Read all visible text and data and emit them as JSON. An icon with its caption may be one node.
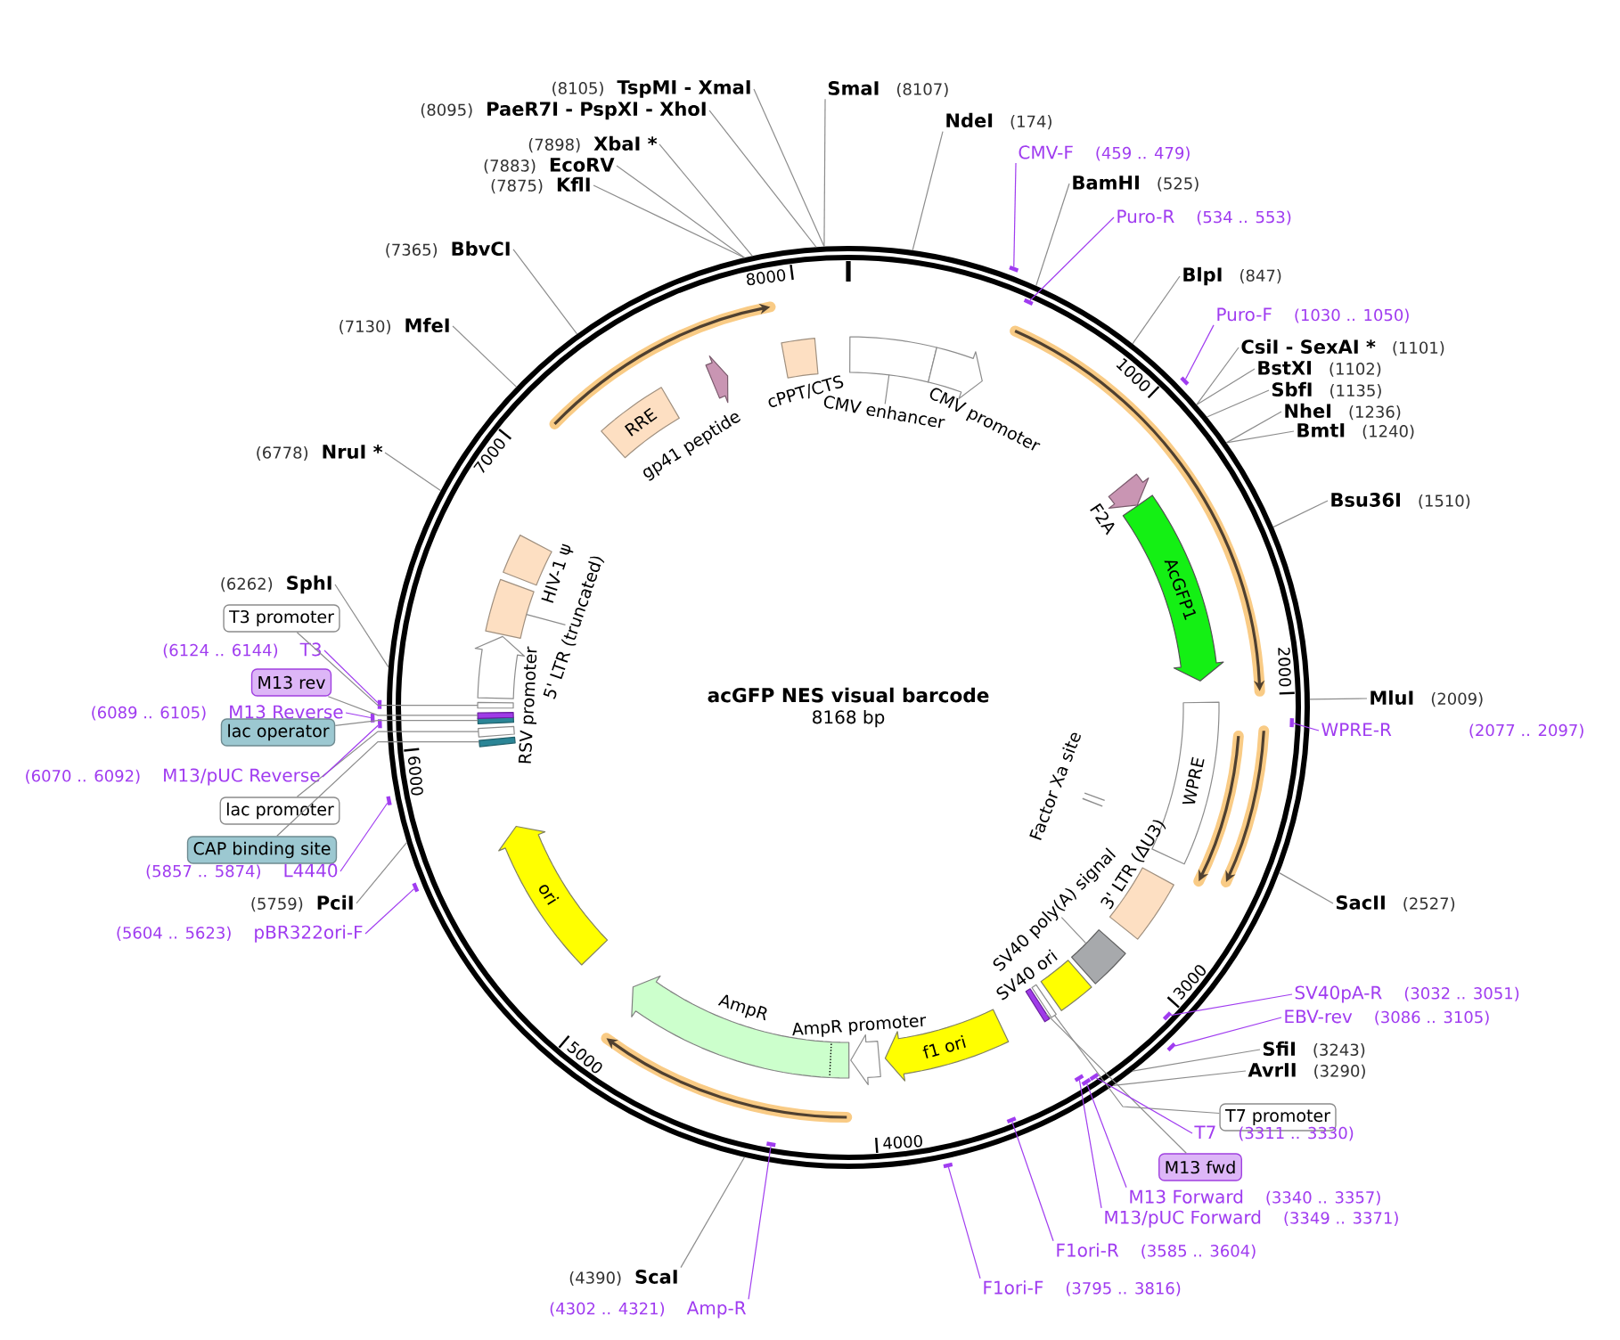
{
  "diagram": {
    "nodes": [
      {
        "text": [
          "acGFP NES visual barcode",
          "8168 bp"
        ]
      },
      {
        "text": [],
        "shape": "box",
        "in": 0
      },
      {
        "text": [
          "CMV enhancer"
        ],
        "in": 0
      },
      {
        "text": [
          "CMV promoter"
        ],
        "in": 0
      },
      {
        "text": [
          "F2A"
        ],
        "in": 0
      },
      {
        "text": [
          "AcGFP1"
        ],
        "in": 0
      },
      {
        "text": [
          "WPRE"
        ],
        "in": 0
      },
      {
        "text": [
          "Factor Xa site"
        ],
        "in": 0
      },
      {
        "text": [
          "3' LTR (ΔU3)"
        ],
        "in": 0
      },
      {
        "text": [
          "SV40 poly(A) signal"
        ],
        "in": 0
      },
      {
        "text": [],
        "shape": "box",
        "in": 0
      },
      {
        "text": [
          "SV40 ori"
        ],
        "in": 0
      },
      {
        "text": [],
        "shape": "box",
        "in": 0
      },
      {
        "text": [],
        "shape": "box",
        "in": 0
      },
      {
        "text": [
          "f1 ori"
        ],
        "in": 0
      },
      {
        "text": [
          "AmpR promoter"
        ],
        "in": 0
      },
      {
        "text": [
          "AmpR"
        ],
        "in": 0
      },
      {
        "text": [
          "ori"
        ],
        "in": 0
      },
      {
        "text": [],
        "shape": "box",
        "in": 0
      },
      {
        "text": [],
        "shape": "box",
        "in": 0
      },
      {
        "text": [],
        "shape": "box",
        "in": 0
      },
      {
        "text": [],
        "shape": "box",
        "in": 0
      },
      {
        "text": [],
        "shape": "box",
        "in": 0
      },
      {
        "text": [
          "RSV promoter"
        ],
        "in": 0
      },
      {
        "text": [],
        "shape": "box",
        "in": 0
      },
      {
        "text": [
          "5' LTR (truncated)"
        ],
        "in": 0
      },
      {
        "text": [
          "HIV-1 ψ"
        ],
        "in": 0
      },
      {
        "text": [
          "RRE"
        ],
        "in": 0
      },
      {
        "text": [
          "gp41 peptide"
        ],
        "in": 0
      },
      {
        "text": [
          "cPPT/CTS"
        ],
        "in": 0
      },
      {
        "text": [
          "T3 promoter"
        ]
      },
      {
        "text": [
          "M13 rev"
        ]
      },
      {
        "text": [
          "lac operator"
        ]
      },
      {
        "text": [
          "lac promoter"
        ]
      },
      {
        "text": [
          "CAP binding site"
        ]
      },
      {
        "text": [
          "T7 promoter"
        ]
      },
      {
        "text": [
          "M13 fwd"
        ]
      },
      {
        "text": [
          "(8105)",
          "TspMI - XmaI"
        ]
      },
      {
        "text": [
          "(8095)",
          "PaeR7I - PspXI - XhoI"
        ]
      },
      {
        "text": [
          "SmaI",
          "(8107)"
        ]
      },
      {
        "text": [
          "NdeI",
          "(174)"
        ]
      },
      {
        "text": [
          "(7898)",
          "XbaI *"
        ]
      },
      {
        "text": [
          "(7883)",
          "EcoRV"
        ]
      },
      {
        "text": [
          "(7875)",
          "KflI"
        ]
      },
      {
        "text": [
          "(7365)",
          "BbvCI"
        ]
      },
      {
        "text": [
          "(7130)",
          "MfeI"
        ]
      },
      {
        "text": [
          "(6778)",
          "NruI *"
        ]
      },
      {
        "text": [
          "(6262)",
          "SphI"
        ]
      },
      {
        "text": [
          "(5759)",
          "PciI"
        ]
      },
      {
        "text": [
          "(4390)",
          "ScaI"
        ]
      },
      {
        "text": [
          "BamHI",
          "(525)"
        ]
      },
      {
        "text": [
          "BlpI",
          "(847)"
        ]
      },
      {
        "text": [
          "CsiI - SexAI *",
          "(1101)"
        ]
      },
      {
        "text": [
          "BstXI",
          "(1102)"
        ]
      },
      {
        "text": [
          "SbfI",
          "(1135)"
        ]
      },
      {
        "text": [
          "NheI",
          "(1236)"
        ]
      },
      {
        "text": [
          "BmtI",
          "(1240)"
        ]
      },
      {
        "text": [
          "Bsu36I",
          "(1510)"
        ]
      },
      {
        "text": [
          "MluI",
          "(2009)"
        ]
      },
      {
        "text": [
          "SacII",
          "(2527)"
        ]
      },
      {
        "text": [
          "SfiI",
          "(3243)"
        ]
      },
      {
        "text": [
          "AvrII",
          "(3290)"
        ]
      },
      {
        "text": [
          "CMV-F",
          "(459 .. 479)"
        ]
      },
      {
        "text": [
          "Puro-R",
          "(534 .. 553)"
        ]
      },
      {
        "text": [
          "Puro-F",
          "(1030 .. 1050)"
        ]
      },
      {
        "text": [
          "WPRE-R",
          "(2077 .. 2097)"
        ]
      },
      {
        "text": [
          "SV40pA-R",
          "(3032 .. 3051)"
        ]
      },
      {
        "text": [
          "EBV-rev",
          "(3086 .. 3105)"
        ]
      },
      {
        "text": [
          "T7",
          "(3311 .. 3330)"
        ]
      },
      {
        "text": [
          "M13 Forward",
          "(3340 .. 3357)"
        ]
      },
      {
        "text": [
          "M13/pUC Forward",
          "(3349 .. 3371)"
        ]
      },
      {
        "text": [
          "F1ori-R",
          "(3585 .. 3604)"
        ]
      },
      {
        "text": [
          "F1ori-F",
          "(3795 .. 3816)"
        ]
      },
      {
        "text": [
          "(4302 .. 4321)",
          "Amp-R"
        ]
      },
      {
        "text": [
          "(5604 .. 5623)",
          "pBR322ori-F"
        ]
      },
      {
        "text": [
          "(5857 .. 5874)",
          "L4440"
        ]
      },
      {
        "text": [
          "(6070 .. 6092)",
          "M13/pUC Reverse"
        ]
      },
      {
        "text": [
          "(6089 .. 6105)",
          "M13 Reverse"
        ]
      },
      {
        "text": [
          "(6124 .. 6144)",
          "T3"
        ]
      },
      {
        "text": [],
        "shape": "bar"
      },
      {
        "text": [],
        "shape": "bar",
        "in": 0
      },
      {
        "text": [],
        "shape": "bar"
      },
      {
        "text": [],
        "shape": "bar",
        "in": 0
      },
      {
        "text": [],
        "shape": "bar",
        "in": 0
      },
      {
        "text": [],
        "shape": "bar"
      },
      {
        "text": [],
        "shape": "bar",
        "in": 0
      },
      {
        "text": [],
        "shape": "bar",
        "in": 0
      },
      {
        "text": [],
        "shape": "bar",
        "in": 0
      },
      {
        "text": [],
        "shape": "bar",
        "in": 0
      },
      {
        "text": [],
        "shape": "bar"
      },
      {
        "text": [],
        "shape": "bar",
        "in": 0
      },
      {
        "text": [],
        "shape": "bar"
      },
      {
        "text": [],
        "shape": "bar"
      },
      {
        "text": [],
        "shape": "bar"
      },
      {
        "text": [],
        "shape": "bar"
      },
      {
        "text": [],
        "shape": "bar"
      }
    ],
    "edges": [
      {
        "from": 2,
        "to": 1,
        "arrow": "none"
      },
      {
        "from": 9,
        "to": 10,
        "arrow": "none"
      },
      {
        "from": 25,
        "to": 24,
        "arrow": "none"
      },
      {
        "from": 30,
        "to": 22,
        "arrow": "none"
      },
      {
        "from": 31,
        "to": 21,
        "arrow": "none"
      },
      {
        "from": 32,
        "to": 20,
        "arrow": "none"
      },
      {
        "from": 33,
        "to": 19,
        "arrow": "none"
      },
      {
        "from": 34,
        "to": 18,
        "arrow": "none"
      },
      {
        "from": 35,
        "to": 12,
        "arrow": "none"
      },
      {
        "from": 36,
        "to": 13,
        "arrow": "none"
      },
      {
        "from": 37,
        "to": 0,
        "arrow": "none"
      },
      {
        "from": 38,
        "to": 0,
        "arrow": "none"
      },
      {
        "from": 39,
        "to": 0,
        "arrow": "none"
      },
      {
        "from": 40,
        "to": 0,
        "arrow": "none"
      },
      {
        "from": 41,
        "to": 0,
        "arrow": "none"
      },
      {
        "from": 42,
        "to": 0,
        "arrow": "none"
      },
      {
        "from": 43,
        "to": 0,
        "arrow": "none"
      },
      {
        "from": 44,
        "to": 0,
        "arrow": "none"
      },
      {
        "from": 45,
        "to": 0,
        "arrow": "none"
      },
      {
        "from": 46,
        "to": 0,
        "arrow": "none"
      },
      {
        "from": 47,
        "to": 0,
        "arrow": "none"
      },
      {
        "from": 48,
        "to": 0,
        "arrow": "none"
      },
      {
        "from": 49,
        "to": 0,
        "arrow": "none"
      },
      {
        "from": 50,
        "to": 0,
        "arrow": "none"
      },
      {
        "from": 51,
        "to": 0,
        "arrow": "none"
      },
      {
        "from": 52,
        "to": 0,
        "arrow": "none"
      },
      {
        "from": 53,
        "to": 0,
        "arrow": "none"
      },
      {
        "from": 54,
        "to": 0,
        "arrow": "none"
      },
      {
        "from": 55,
        "to": 0,
        "arrow": "none"
      },
      {
        "from": 56,
        "to": 0,
        "arrow": "none"
      },
      {
        "from": 57,
        "to": 0,
        "arrow": "none"
      },
      {
        "from": 58,
        "to": 0,
        "arrow": "none"
      },
      {
        "from": 59,
        "to": 0,
        "arrow": "none"
      },
      {
        "from": 60,
        "to": 0,
        "arrow": "none"
      },
      {
        "from": 61,
        "to": 0,
        "arrow": "none"
      },
      {
        "from": 62,
        "to": 79,
        "arrow": "none",
        "color": "#a03cf0"
      },
      {
        "from": 63,
        "to": 80,
        "arrow": "none",
        "color": "#a03cf0"
      },
      {
        "from": 64,
        "to": 81,
        "arrow": "none",
        "color": "#a03cf0"
      },
      {
        "from": 65,
        "to": 82,
        "arrow": "none",
        "color": "#a03cf0"
      },
      {
        "from": 66,
        "to": 83,
        "arrow": "none",
        "color": "#a03cf0"
      },
      {
        "from": 67,
        "to": 84,
        "arrow": "none",
        "color": "#a03cf0"
      },
      {
        "from": 68,
        "to": 85,
        "arrow": "none",
        "color": "#a03cf0"
      },
      {
        "from": 69,
        "to": 86,
        "arrow": "none",
        "color": "#a03cf0"
      },
      {
        "from": 70,
        "to": 87,
        "arrow": "none",
        "color": "#a03cf0"
      },
      {
        "from": 71,
        "to": 88,
        "arrow": "none",
        "color": "#a03cf0"
      },
      {
        "from": 72,
        "to": 89,
        "arrow": "none",
        "color": "#a03cf0"
      },
      {
        "from": 73,
        "to": 90,
        "arrow": "none",
        "color": "#a03cf0"
      },
      {
        "from": 74,
        "to": 91,
        "arrow": "none",
        "color": "#a03cf0"
      },
      {
        "from": 75,
        "to": 92,
        "arrow": "none",
        "color": "#a03cf0"
      },
      {
        "from": 76,
        "to": 93,
        "arrow": "none",
        "color": "#a03cf0"
      },
      {
        "from": 77,
        "to": 94,
        "arrow": "none",
        "color": "#a03cf0"
      },
      {
        "from": 78,
        "to": 95,
        "arrow": "none",
        "color": "#a03cf0"
      }
    ],
    "labels": [
      "1000",
      "2000",
      "3000",
      "4000",
      "5000",
      "6000",
      "7000",
      "8000"
    ]
  }
}
